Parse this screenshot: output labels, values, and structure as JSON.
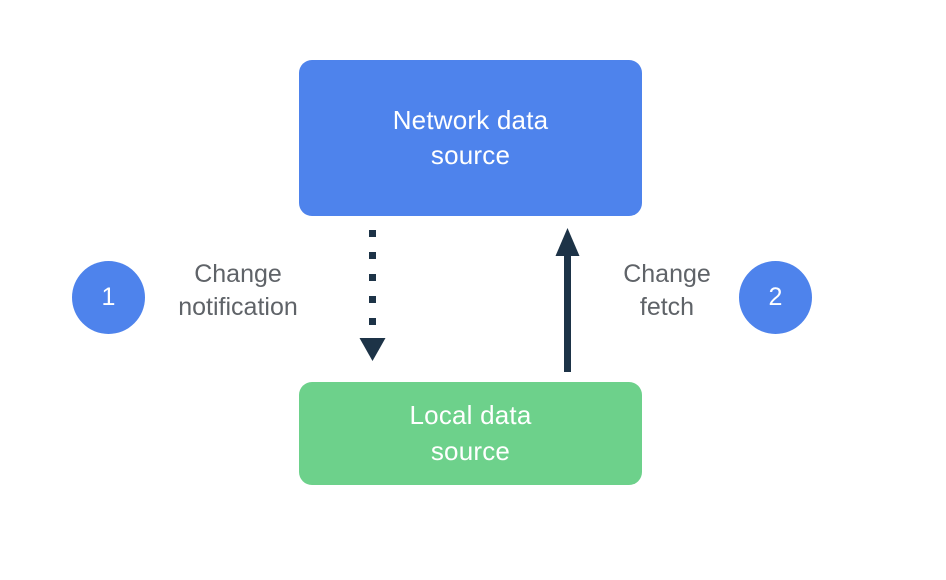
{
  "diagram": {
    "background_color": "#ffffff",
    "nodes": [
      {
        "id": "network-data-source",
        "label": "Network data\nsource",
        "color": "#4e83ec",
        "text_color": "#ffffff"
      },
      {
        "id": "local-data-source",
        "label": "Local data\nsource",
        "color": "#6dd18b",
        "text_color": "#ffffff"
      }
    ],
    "steps": [
      {
        "number": "1",
        "color": "#4e83ec",
        "text_color": "#ffffff"
      },
      {
        "number": "2",
        "color": "#4e83ec",
        "text_color": "#ffffff"
      }
    ],
    "edges": [
      {
        "id": "change-notification",
        "label": "Change\nnotification",
        "style": "dotted",
        "direction": "down",
        "from": "network-data-source",
        "to": "local-data-source",
        "color": "#1d3347",
        "label_color": "#5f6368"
      },
      {
        "id": "change-fetch",
        "label": "Change\nfetch",
        "style": "solid",
        "direction": "up",
        "from": "local-data-source",
        "to": "network-data-source",
        "color": "#1d3347",
        "label_color": "#5f6368"
      }
    ]
  }
}
